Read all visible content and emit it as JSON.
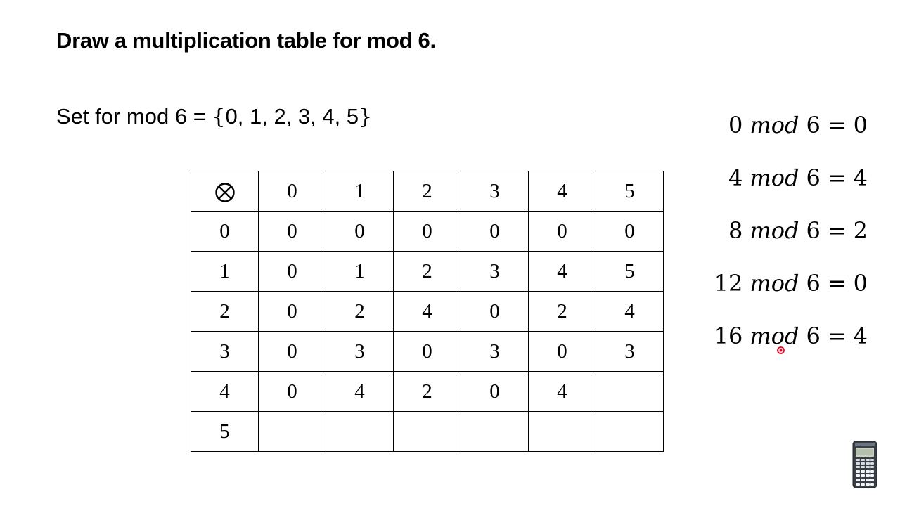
{
  "title": "Draw a multiplication table for mod 6.",
  "set_line": {
    "prefix": "Set for mod 6 = ",
    "open_brace": "{",
    "elements": "0, 1, 2, 3, 4, 5",
    "close_brace": "}"
  },
  "table": {
    "corner_symbol": "otimes-icon",
    "header": [
      "0",
      "1",
      "2",
      "3",
      "4",
      "5"
    ],
    "rows": [
      {
        "label": "0",
        "cells": [
          "0",
          "0",
          "0",
          "0",
          "0",
          "0"
        ]
      },
      {
        "label": "1",
        "cells": [
          "0",
          "1",
          "2",
          "3",
          "4",
          "5"
        ]
      },
      {
        "label": "2",
        "cells": [
          "0",
          "2",
          "4",
          "0",
          "2",
          "4"
        ]
      },
      {
        "label": "3",
        "cells": [
          "0",
          "3",
          "0",
          "3",
          "0",
          "3"
        ]
      },
      {
        "label": "4",
        "cells": [
          "0",
          "4",
          "2",
          "0",
          "4",
          ""
        ]
      },
      {
        "label": "5",
        "cells": [
          "",
          "",
          "",
          "",
          "",
          ""
        ]
      }
    ]
  },
  "equations": [
    {
      "lhs": "0",
      "op": "mod",
      "mod": "6",
      "eq": "=",
      "rhs": "0"
    },
    {
      "lhs": "4",
      "op": "mod",
      "mod": "6",
      "eq": "=",
      "rhs": "4"
    },
    {
      "lhs": "8",
      "op": "mod",
      "mod": "6",
      "eq": "=",
      "rhs": "2"
    },
    {
      "lhs": "12",
      "op": "mod",
      "mod": "6",
      "eq": "=",
      "rhs": "0"
    },
    {
      "lhs": "16",
      "op": "mod",
      "mod": "6",
      "eq": "=",
      "rhs": "4"
    }
  ],
  "colors": {
    "text": "#000000",
    "background": "#ffffff",
    "cursor": "#e0001b"
  },
  "icons": {
    "cursor": "laser-pointer-icon",
    "calculator": "calculator-icon"
  }
}
